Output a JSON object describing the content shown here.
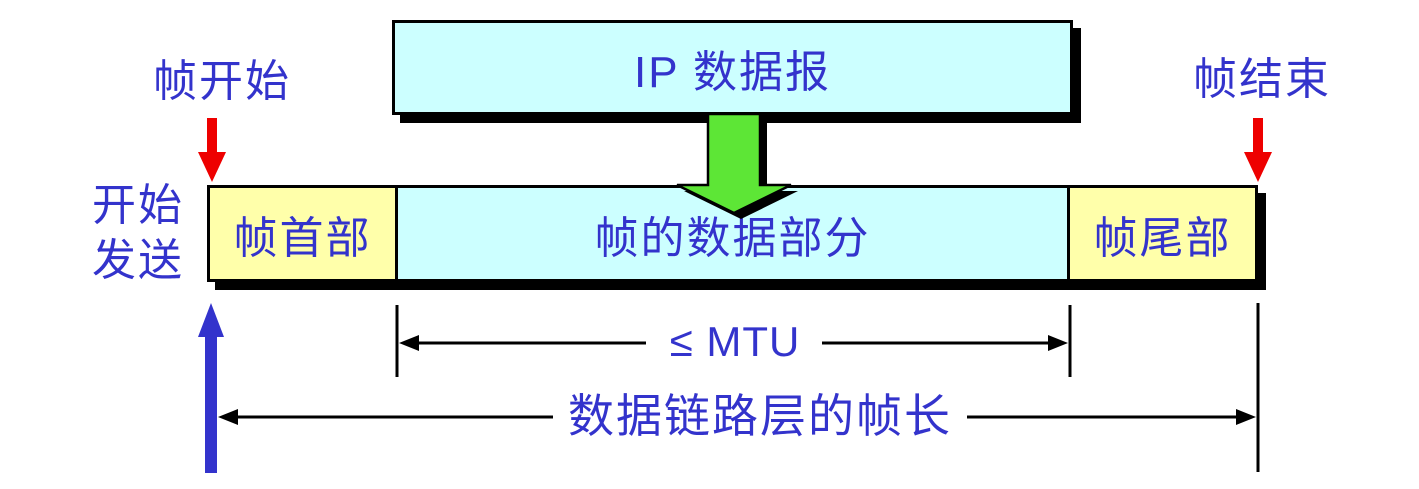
{
  "colors": {
    "box_cyan": "#ccffff",
    "box_yellow": "#ffffaa",
    "text_blue": "#3333cc",
    "arrow_red": "#ee0000",
    "arrow_blue": "#3333cc",
    "arrow_green": "#5de636",
    "line_black": "#000000"
  },
  "ip_datagram": {
    "label": "IP 数据报"
  },
  "frame": {
    "header_label": "帧首部",
    "data_label": "帧的数据部分",
    "trailer_label": "帧尾部"
  },
  "annotations": {
    "frame_start": "帧开始",
    "frame_end": "帧结束",
    "start_sending_line1": "开始",
    "start_sending_line2": "发送"
  },
  "measurements": {
    "mtu_label": "≤ MTU",
    "frame_length_label": "数据链路层的帧长"
  }
}
